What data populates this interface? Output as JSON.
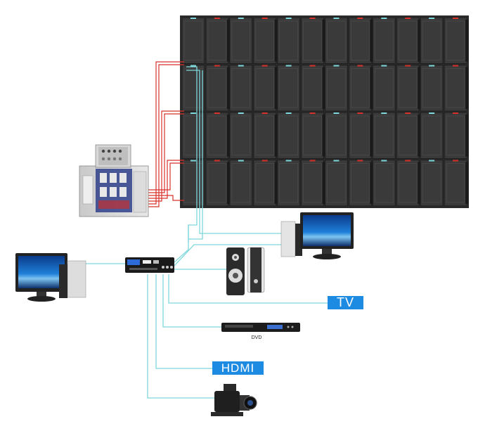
{
  "labels": {
    "tv": "TV",
    "hdmi": "HDMI",
    "dvd": "DVD"
  },
  "colors": {
    "power_cable": "#d9312b",
    "signal_cable": "#7fd8dc",
    "screen_blue": "#1e8be3",
    "led_panel": "#3a3a3a"
  },
  "led_wall": {
    "rows": 4,
    "cols": 12
  }
}
